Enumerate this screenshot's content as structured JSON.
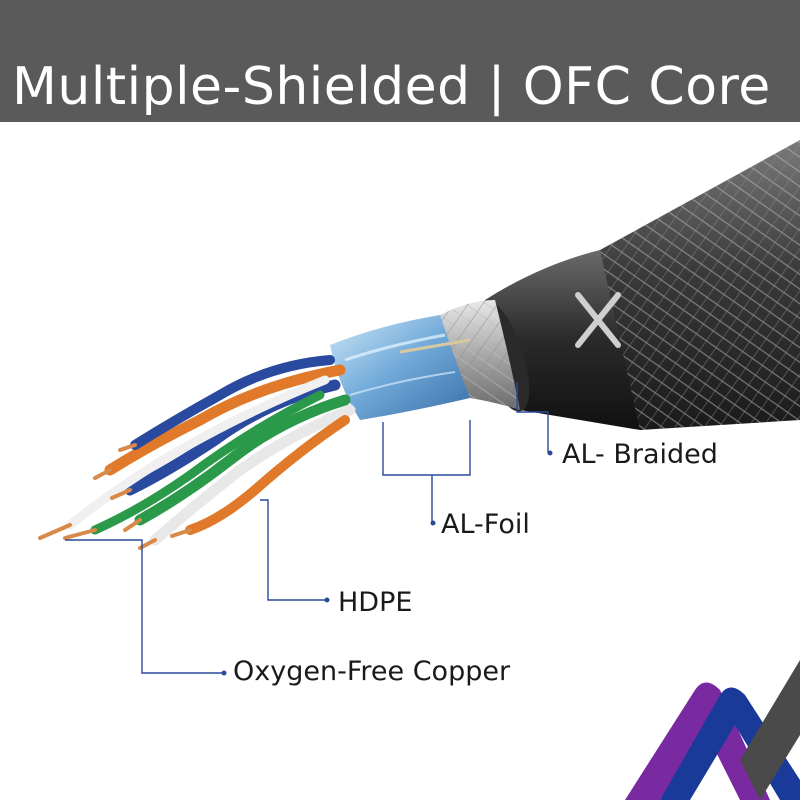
{
  "header": {
    "title": "Multiple-Shielded | OFC Core"
  },
  "labels": {
    "braided": "AL- Braided",
    "foil": "AL-Foil",
    "hdpe": "HDPE",
    "copper": "Oxygen-Free Copper"
  },
  "colors": {
    "header_bg": "#5a5a5a",
    "leader_line": "#2a4a9a",
    "brand_purple": "#7a2aa0",
    "brand_blue": "#1a3a9a",
    "brand_gray": "#4a4a4a"
  }
}
